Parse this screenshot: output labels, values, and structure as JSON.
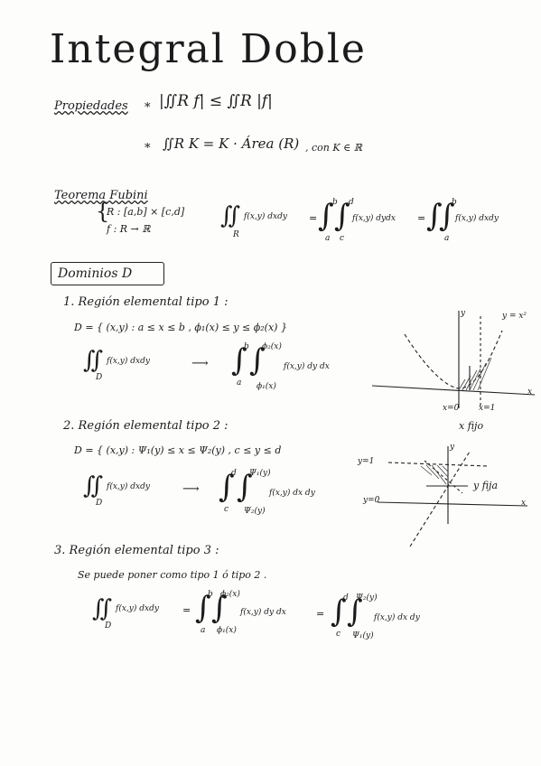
{
  "title": "Integral Doble",
  "properties": {
    "heading": "Propiedades",
    "line1_prefix": "*",
    "line1_expr": "|∬R f| ≤ ∬R |f|",
    "line2_prefix": "*",
    "line2_expr": "∬R K = K · Área (R)",
    "line2_condition": ", con K ∈ ℝ"
  },
  "fubini": {
    "heading": "Teorema Fubini",
    "cond_line1": "R : [a,b] × [c,d]",
    "cond_line2": "f : R → ℝ",
    "lhs": "f(x,y) dxdy",
    "mid": "f(x,y) dydx",
    "rhs": "f(x,y) dxdy",
    "eq1": "=",
    "eq2": "=",
    "sub_R": "R",
    "lim_a": "a",
    "lim_b": "b",
    "lim_c": "c",
    "lim_d": "d"
  },
  "domains": {
    "heading": "Dominios D"
  },
  "type1": {
    "heading": "1. Región elemental tipo 1 :",
    "definition": "D = { (x,y) : a ≤ x ≤ b , ϕ₁(x) ≤ y ≤ ϕ₂(x) }",
    "integral_lhs": "f(x,y) dxdy",
    "arrow": "⟶",
    "integrand": "f(x,y) dy dx",
    "upper_outer": "b",
    "lower_outer": "a",
    "upper_inner": "ϕ₂(x)",
    "lower_inner": "ϕ₁(x)",
    "sub_D": "D",
    "graph_curve_label": "y = x²",
    "graph_x_axis": "x",
    "graph_y_axis": "y",
    "graph_x0": "x=0",
    "graph_x1": "x=1",
    "graph_note": "x fijo"
  },
  "type2": {
    "heading": "2. Región elemental tipo 2 :",
    "definition": "D = { (x,y) : Ψ₁(y) ≤ x ≤ Ψ₂(y) , c ≤ y ≤ d",
    "integral_lhs": "f(x,y) dxdy",
    "arrow": "⟶",
    "integrand": "f(x,y) dx dy",
    "upper_outer": "d",
    "lower_outer": "c",
    "upper_inner": "Ψ₁(y)",
    "lower_inner": "Ψ₂(y)",
    "sub_D": "D",
    "graph_y1": "y=1",
    "graph_y0": "y=0",
    "graph_x_axis": "x",
    "graph_y_axis": "y",
    "graph_note": "y fija"
  },
  "type3": {
    "heading": "3. Región elemental tipo 3 :",
    "note": "Se puede poner como tipo 1 ó tipo 2 .",
    "integral_lhs": "f(x,y) dxdy",
    "eq1": "=",
    "eq2": "=",
    "mid_integrand": "f(x,y) dy dx",
    "mid_upper_outer": "b",
    "mid_lower_outer": "a",
    "mid_upper_inner": "ϕ₂(x)",
    "mid_lower_inner": "ϕ₁(x)",
    "rhs_integrand": "f(x,y) dx dy",
    "rhs_upper_outer": "d",
    "rhs_lower_outer": "c",
    "rhs_upper_inner": "Ψ₂(y)",
    "rhs_lower_inner": "Ψ₁(y)",
    "sub_D": "D"
  }
}
